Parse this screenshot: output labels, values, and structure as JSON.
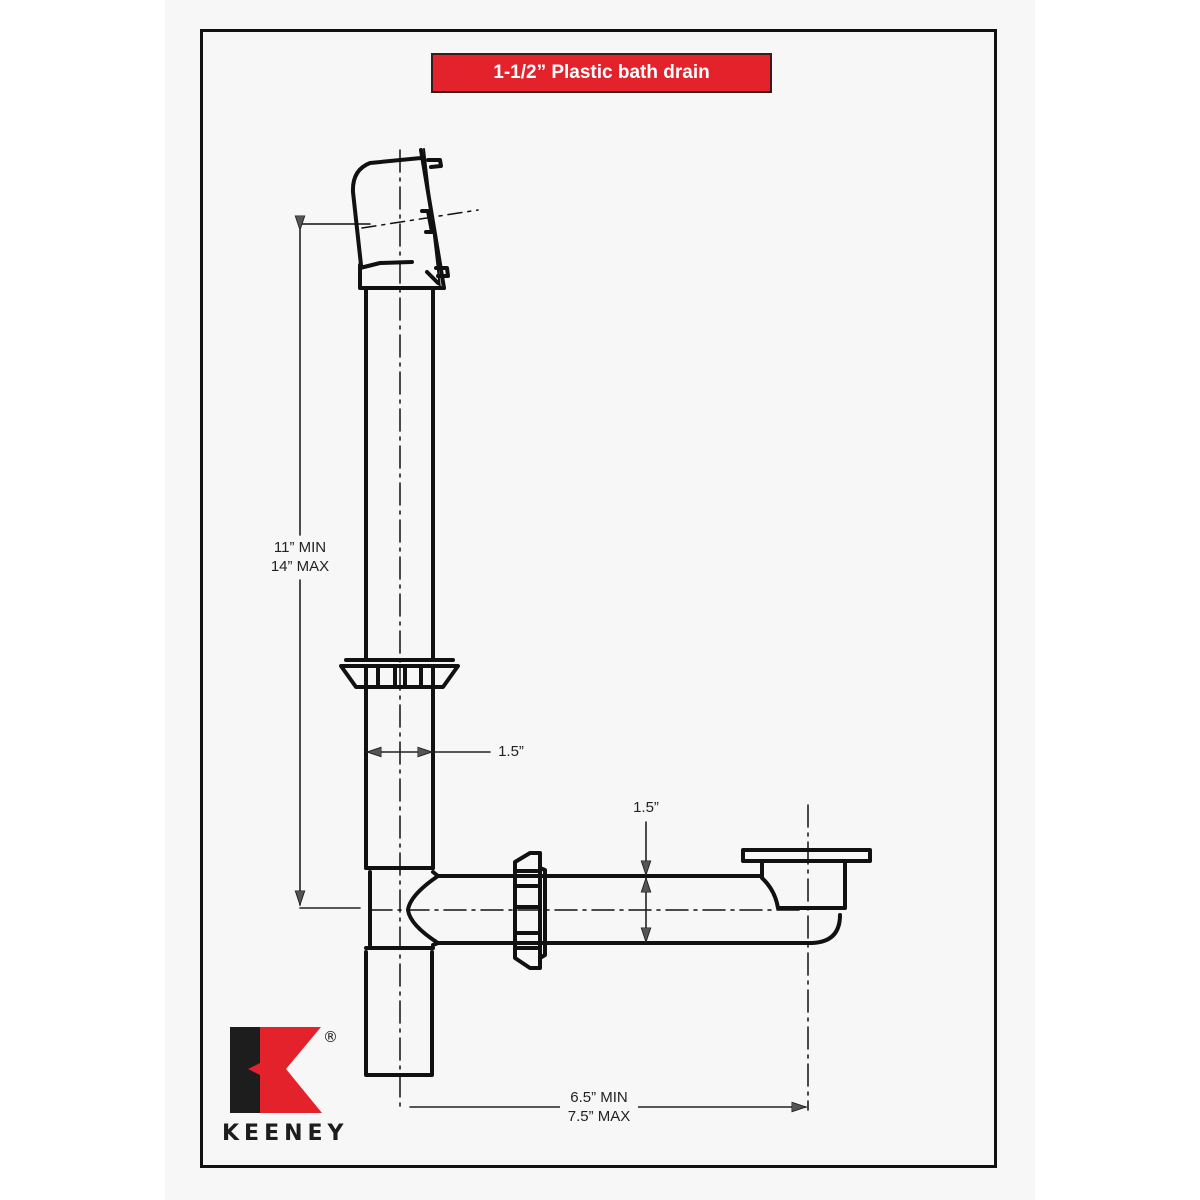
{
  "title": "1-1/2” Plastic bath drain",
  "dimensions": {
    "vertical_height": {
      "line1": "11” MIN",
      "line2": "14” MAX"
    },
    "vertical_pipe_diameter": "1.5”",
    "horizontal_pipe_diameter": "1.5”",
    "horizontal_length": {
      "line1": "6.5” MIN",
      "line2": "7.5” MAX"
    }
  },
  "logo": {
    "letter": "K",
    "wordmark": "KEENEY",
    "registered": "®"
  },
  "colors": {
    "accent_red": "#e3222b",
    "line": "#111111",
    "background": "#f7f7f8"
  }
}
